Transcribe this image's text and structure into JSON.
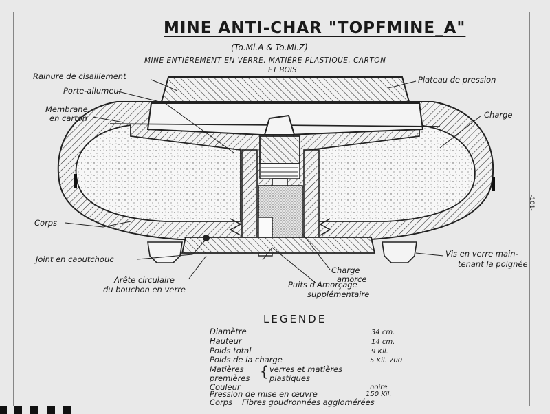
{
  "title": "MINE ANTI-CHAR \"TOPFMINE_A\"",
  "subtitle": "(To.Mi.A & To.Mi.Z)",
  "description_line1": "MINE ENTIÈREMENT EN VERRE, MATIÈRE PLASTIQUE, CARTON",
  "description_line2": "ET BOIS",
  "labels": {
    "rainure": "Rainure de cisaillement",
    "porte_allumeur": "Porte-allumeur",
    "membrane_1": "Membrane",
    "membrane_2": "en carton",
    "corps": "Corps",
    "joint": "Joint en caoutchouc",
    "arete_1": "Arête circulaire",
    "arete_2": "du bouchon en verre",
    "plateau": "Plateau de pression",
    "charge": "Charge",
    "vis_1": "Vis en verre main-",
    "vis_2": "tenant la poignée",
    "charge_amorce_1": "Charge",
    "charge_amorce_2": "amorce",
    "puits_1": "Puits d'Amorçage",
    "puits_2": "supplémentaire"
  },
  "legend": {
    "title": "LEGENDE",
    "rows": [
      {
        "label": "Diamètre",
        "value": "34 cm."
      },
      {
        "label": "Hauteur",
        "value": "14 cm."
      },
      {
        "label": "Poids total",
        "value": "9 Kil."
      },
      {
        "label": "Poids de la charge",
        "value": "5 Kil. 700"
      },
      {
        "label": "Matières",
        "value": ""
      },
      {
        "label": "premières",
        "value": ""
      },
      {
        "label": "Couleur",
        "value": "noire"
      },
      {
        "label": "Pression de mise en œuvre",
        "value": "150 Kil."
      },
      {
        "label": "Corps",
        "value": ""
      }
    ],
    "matieres_1": "verres et matières",
    "matieres_2": "plastiques",
    "corps_value": "Fibres goudronnées agglomérées"
  },
  "page_number": "-101-"
}
